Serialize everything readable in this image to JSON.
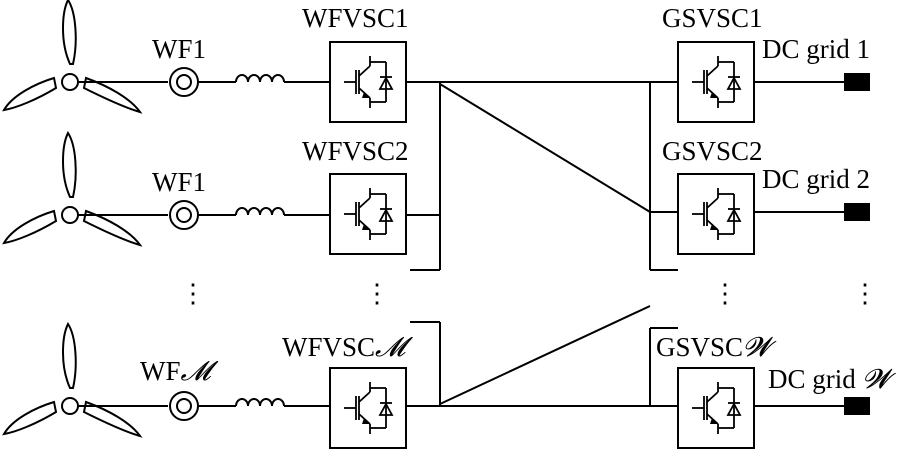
{
  "rows": [
    {
      "wf_label": "WF1",
      "wf_suffix": "",
      "wfvsc_label": "WFVSC1",
      "wfvsc_suffix": "",
      "gsvsc_label": "GSVSC1",
      "gsvsc_suffix": "",
      "grid_label": "DC grid 1",
      "grid_suffix": ""
    },
    {
      "wf_label": "WF1",
      "wf_suffix": "",
      "wfvsc_label": "WFVSC2",
      "wfvsc_suffix": "",
      "gsvsc_label": "GSVSC2",
      "gsvsc_suffix": "",
      "grid_label": "DC grid 2",
      "grid_suffix": ""
    },
    {
      "wf_label": "WF",
      "wf_suffix": "𝓜",
      "wfvsc_label": "WFVSC",
      "wfvsc_suffix": "𝓜",
      "gsvsc_label": "GSVSC",
      "gsvsc_suffix": "𝓦",
      "grid_label": "DC grid ",
      "grid_suffix": "𝓦"
    }
  ],
  "ellipsis": "⋮"
}
